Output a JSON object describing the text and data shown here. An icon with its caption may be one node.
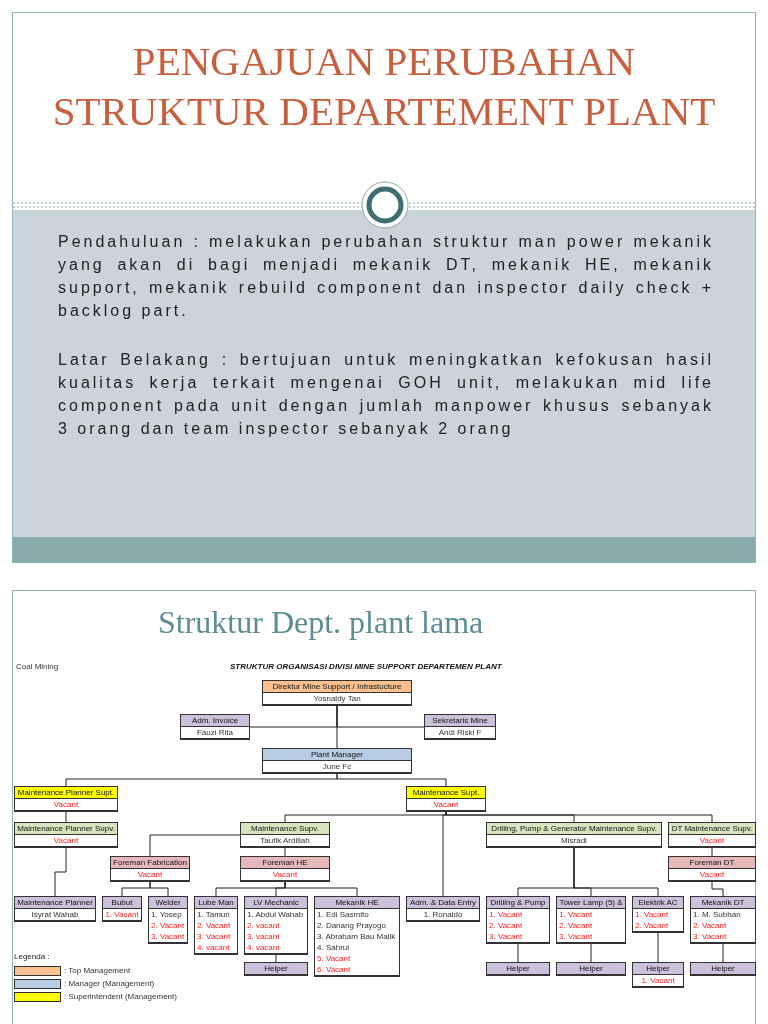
{
  "diagram": {
    "title": "PENGAJUAN PERUBAHAN STRUKTUR DEPARTEMENT PLANT",
    "nodes": [
      {
        "text": [
          "Direktur Mine Support / Infrastucture",
          "Yosnaldy Tan"
        ]
      },
      {
        "text": [
          "Adm. Invoice",
          "Fauzi Rita"
        ]
      },
      {
        "text": [
          "Sekretaris Mine",
          "Andi Riski F"
        ]
      },
      {
        "text": [
          "Plant Manager",
          "June Fc"
        ]
      },
      {
        "text": [
          "Maintenance Planner Supt.",
          "Vacant"
        ]
      },
      {
        "text": [
          "Maintenance Supt.",
          "Vacant"
        ]
      },
      {
        "text": [
          "Maintenance Planner Supv.",
          "Vacant"
        ]
      },
      {
        "text": [
          "Maintenance Supv.",
          "Taufik Ardillah"
        ]
      },
      {
        "text": [
          "Drilling, Pump & Generator Maintenance Supv.",
          "Misradi"
        ]
      },
      {
        "text": [
          "DT Maintenance Supv.",
          "Vacant"
        ]
      },
      {
        "text": [
          "Foreman Fabrication",
          "Vacant"
        ]
      },
      {
        "text": [
          "Foreman HE",
          "Vacant"
        ]
      },
      {
        "text": [
          "Foreman DT",
          "Vacant"
        ]
      },
      {
        "text": [
          "Maintenance Planner",
          "Isyrat Wahab"
        ]
      },
      {
        "text": [
          "Bubut",
          "1. Vacant"
        ]
      },
      {
        "text": [
          "Welder",
          "1. Yosep",
          "2. Vacant",
          "3. Vacant"
        ]
      },
      {
        "text": [
          "Lube Man",
          "1. Tamun",
          "2. Vacant",
          "3. Vacant",
          "4. vacant"
        ]
      },
      {
        "text": [
          "LV Mechanic",
          "1. Abdul Wahab",
          "2. vacant",
          "3. vacant",
          "4. vacant"
        ]
      },
      {
        "text": [
          "Mekanik HE",
          "1. Edi Sasmito",
          "2. Danang Prayogo",
          "3. Abraham Bau Malik",
          "4. Sahrul",
          "5. Vacant",
          "6. Vacant"
        ]
      },
      {
        "text": [
          "Adm. & Data Entry",
          "1. Ronaldo"
        ]
      },
      {
        "text": [
          "Drilling & Pump",
          "1. Vacant",
          "2. Vacant",
          "3. Vacant"
        ]
      },
      {
        "text": [
          "Tower Lamp (5) &",
          "1. Vacant",
          "2. Vacant",
          "3. Vacant"
        ]
      },
      {
        "text": [
          "Elektrik AC",
          "1. Vacant",
          "2. Vacant"
        ]
      },
      {
        "text": [
          "Mekanik DT",
          "1. M. Subhan",
          "2. Vacant",
          "3. Vacant"
        ]
      },
      {
        "text": [
          "Helper"
        ]
      },
      {
        "text": [
          "Helper"
        ]
      },
      {
        "text": [
          "Helper"
        ]
      },
      {
        "text": [
          "Helper",
          "1. Vacant"
        ]
      },
      {
        "text": [
          "Helper"
        ]
      }
    ],
    "edges": [
      {
        "from": 0,
        "to": 1,
        "arrow": "none"
      },
      {
        "from": 0,
        "to": 2,
        "arrow": "none"
      },
      {
        "from": 0,
        "to": 3,
        "arrow": "none"
      },
      {
        "from": 3,
        "to": 4,
        "arrow": "none"
      },
      {
        "from": 3,
        "to": 5,
        "arrow": "none"
      },
      {
        "from": 4,
        "to": 6,
        "arrow": "none"
      },
      {
        "from": 5,
        "to": 7,
        "arrow": "none"
      },
      {
        "from": 5,
        "to": 8,
        "arrow": "none"
      },
      {
        "from": 5,
        "to": 9,
        "arrow": "none"
      },
      {
        "from": 5,
        "to": 19,
        "arrow": "none"
      },
      {
        "from": 6,
        "to": 13,
        "arrow": "none"
      },
      {
        "from": 7,
        "to": 10,
        "arrow": "none"
      },
      {
        "from": 7,
        "to": 11,
        "arrow": "none"
      },
      {
        "from": 9,
        "to": 12,
        "arrow": "none"
      },
      {
        "from": 10,
        "to": 14,
        "arrow": "none"
      },
      {
        "from": 10,
        "to": 15,
        "arrow": "none"
      },
      {
        "from": 11,
        "to": 16,
        "arrow": "none"
      },
      {
        "from": 11,
        "to": 17,
        "arrow": "none"
      },
      {
        "from": 11,
        "to": 18,
        "arrow": "none"
      },
      {
        "from": 8,
        "to": 20,
        "arrow": "none"
      },
      {
        "from": 8,
        "to": 21,
        "arrow": "none"
      },
      {
        "from": 8,
        "to": 22,
        "arrow": "none"
      },
      {
        "from": 12,
        "to": 23,
        "arrow": "none"
      },
      {
        "from": 17,
        "to": 24,
        "arrow": "none"
      },
      {
        "from": 20,
        "to": 25,
        "arrow": "none"
      },
      {
        "from": 21,
        "to": 26,
        "arrow": "none"
      },
      {
        "from": 22,
        "to": 27,
        "arrow": "none"
      },
      {
        "from": 23,
        "to": 28,
        "arrow": "none"
      }
    ],
    "labels": [
      "Pendahuluan : melakukan perubahan struktur man power mekanik yang akan di bagi menjadi mekanik DT, mekanik HE, mekanik support, mekanik rebuild component dan inspector daily check + backlog part.",
      "Latar Belakang : bertujuan untuk meningkatkan kefokusan hasil kualitas kerja terkait mengenai GOH unit, melakukan mid life component pada unit dengan jumlah manpower khusus sebanyak 3 orang dan team inspector sebanyak 2 orang",
      "Struktur Dept. plant lama",
      "Coal Mining",
      "STRUKTUR ORGANISASI DIVISI MINE SUPPORT DEPARTEMEN PLANT",
      "Legenda :"
    ],
    "legend": [
      {
        "text": ": Top Management",
        "color": "#fac090"
      },
      {
        "text": ": Manager (Management)",
        "color": "#b8cce4"
      },
      {
        "text": ": Superintendent (Management)",
        "color": "#ffff00"
      }
    ]
  }
}
